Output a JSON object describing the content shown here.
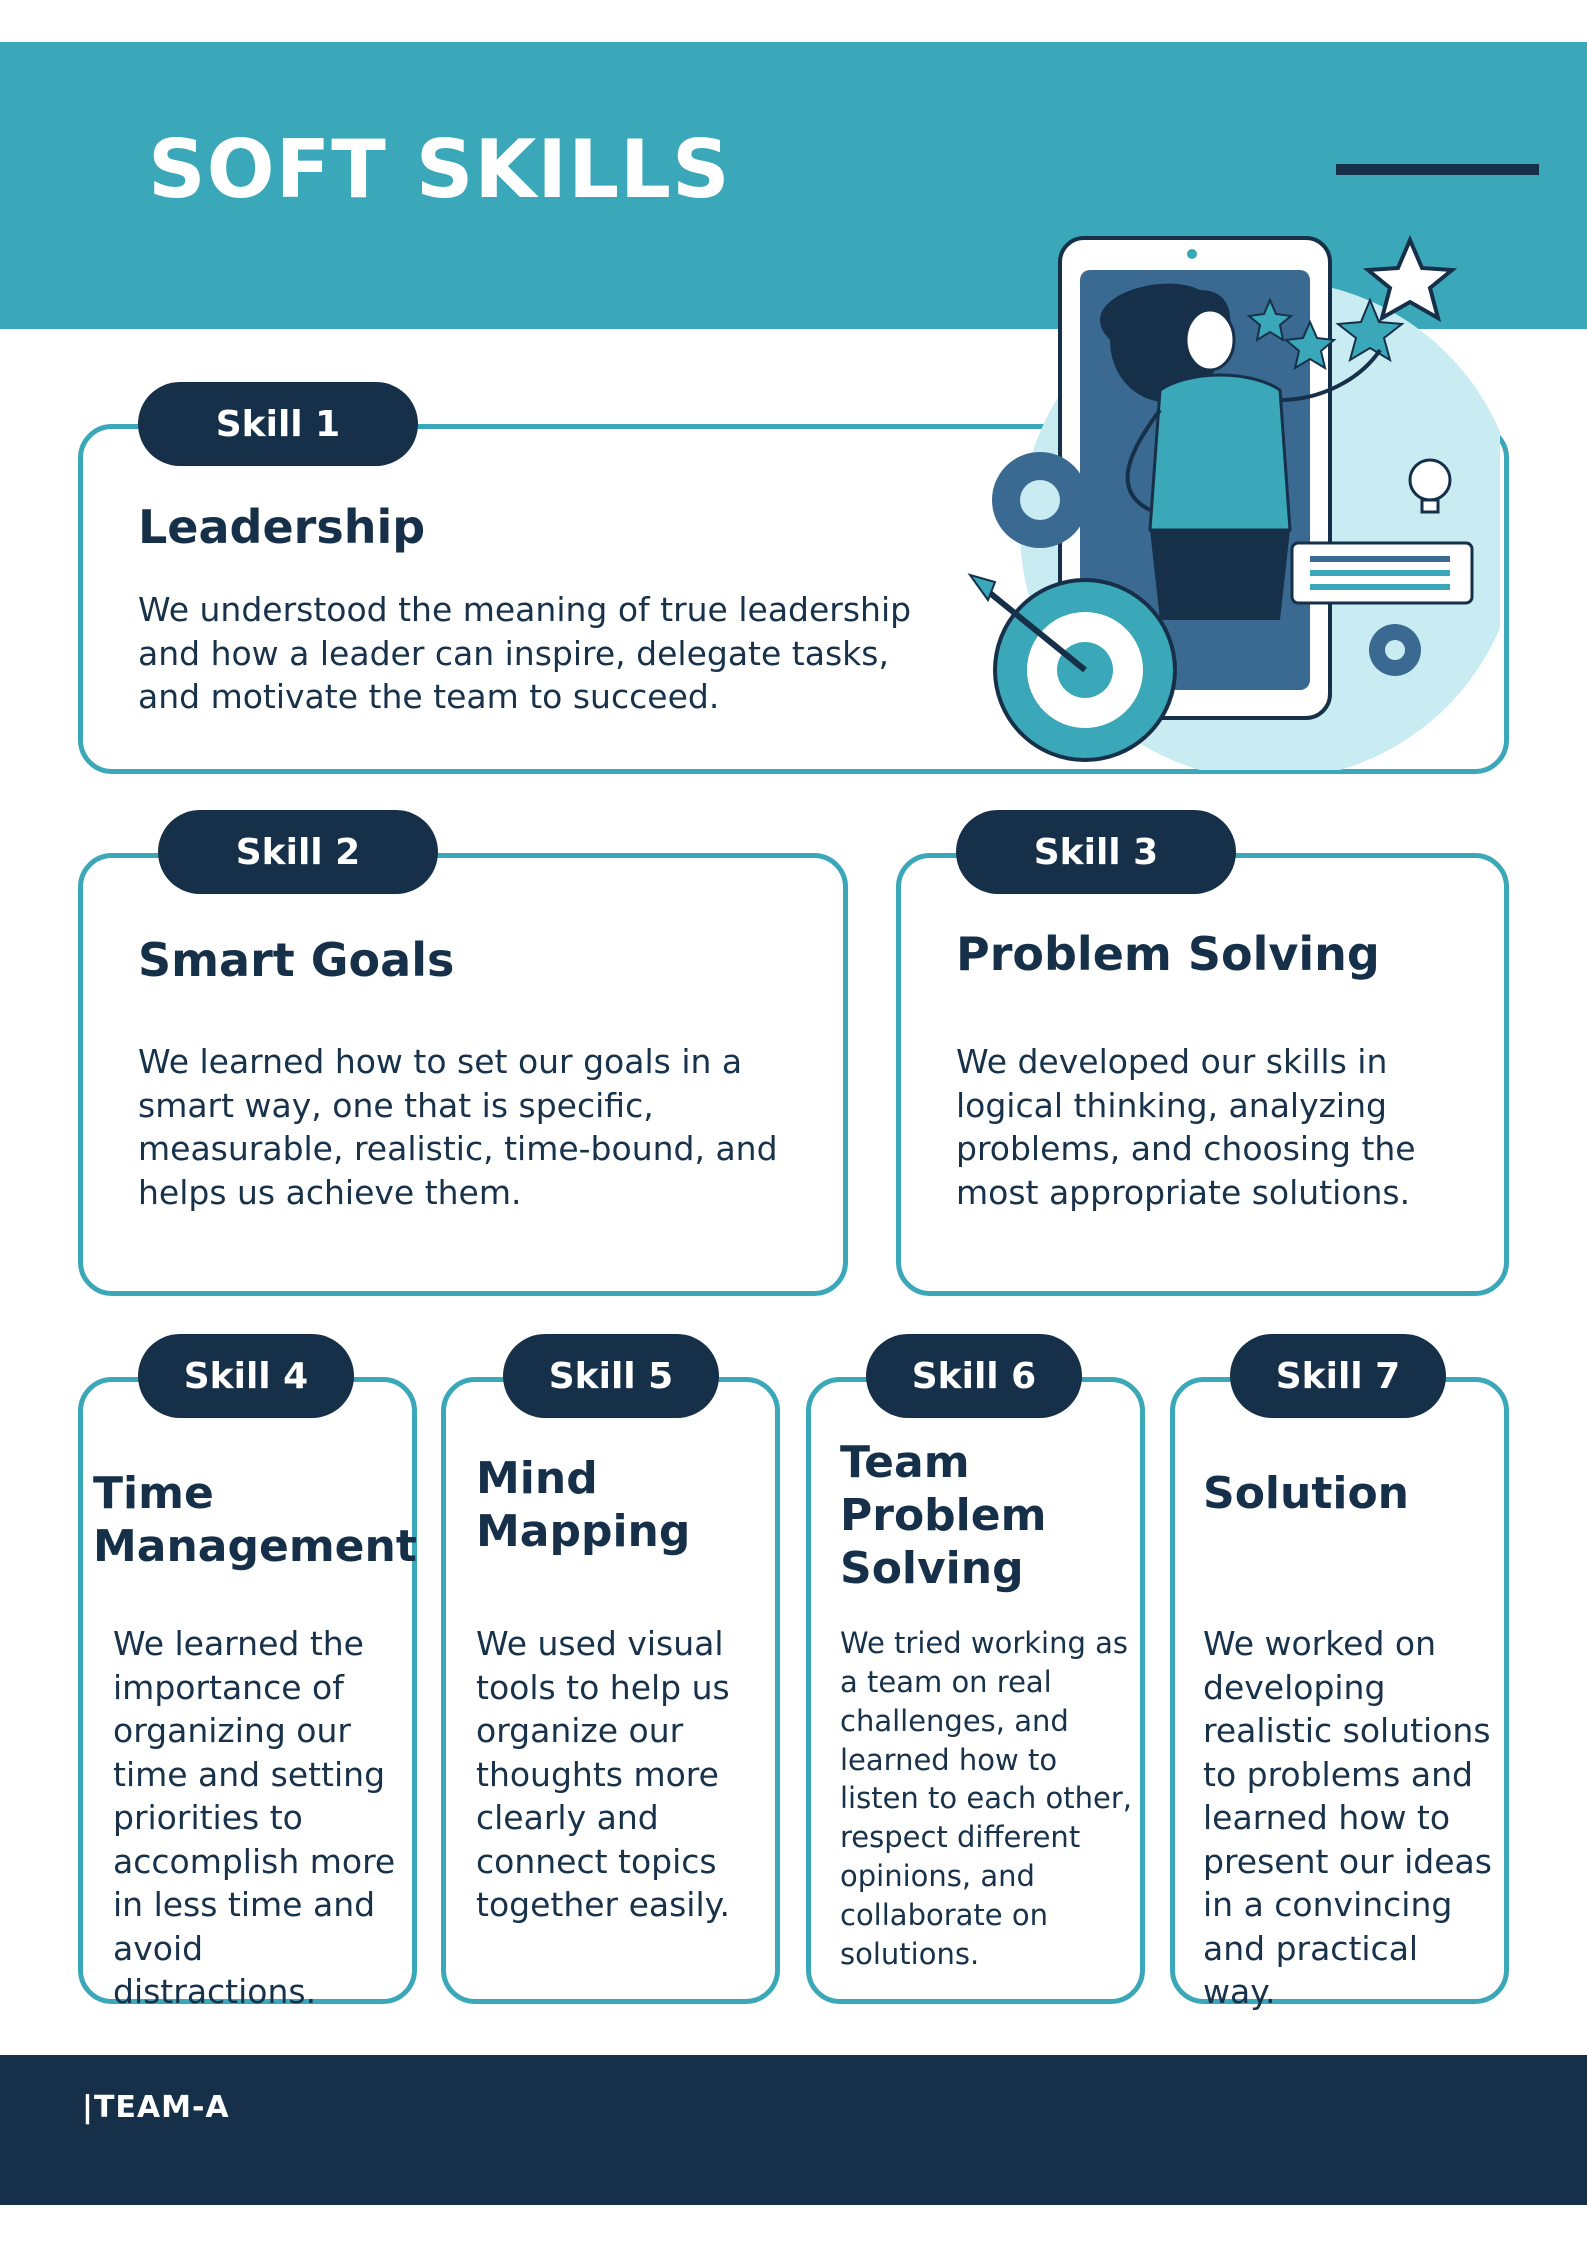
{
  "page": {
    "title": "SOFT SKILLS"
  },
  "skills": [
    {
      "tag": "Skill 1",
      "title": "Leadership",
      "text": "We understood the meaning of true leadership and how a leader can inspire, delegate tasks, and motivate the team to succeed."
    },
    {
      "tag": "Skill 2",
      "title": "Smart Goals",
      "text": "We learned how to set our goals in a smart way, one that is specific, measurable, realistic, time-bound, and helps us achieve them."
    },
    {
      "tag": "Skill 3",
      "title": "Problem Solving",
      "text": "We developed our skills in logical thinking, analyzing problems, and choosing the most appropriate solutions."
    },
    {
      "tag": "Skill 4",
      "title": "Time Management",
      "text": "We learned the importance of organizing our time and setting priorities to accomplish more in less time and avoid distractions."
    },
    {
      "tag": "Skill 5",
      "title": "Mind Mapping",
      "text": "We used visual tools to help us organize our thoughts more clearly and connect topics together easily."
    },
    {
      "tag": "Skill 6",
      "title": "Team Problem Solving",
      "text": "We tried working as a team on real challenges, and learned how to listen to each other, respect different opinions, and collaborate on solutions."
    },
    {
      "tag": "Skill 7",
      "title": "Solution",
      "text": "We worked on developing realistic solutions to problems and learned how to present our ideas in a convincing and practical way."
    }
  ],
  "footer": {
    "label": "|TEAM-A"
  },
  "colors": {
    "teal": "#3aa8b8",
    "navy": "#163049",
    "light_teal": "#c9ecf3",
    "white": "#ffffff"
  },
  "illustration": {
    "icon": "woman-phone-stars-target-icon"
  }
}
